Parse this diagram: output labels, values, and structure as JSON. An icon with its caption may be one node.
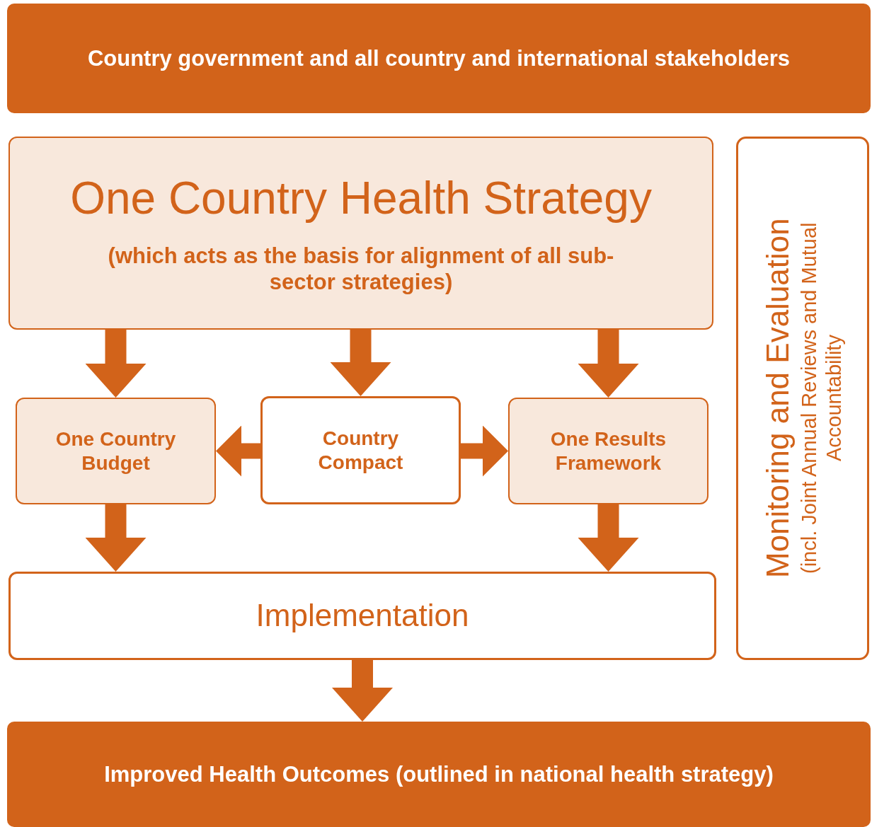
{
  "diagram": {
    "nodes": [
      {
        "text": [
          "Country government and all country and international stakeholders"
        ]
      },
      {
        "text": [
          "One Country Health Strategy",
          "(which acts as the basis for alignment of all sub-sector strategies)"
        ]
      },
      {
        "text": [
          "One Country Budget"
        ]
      },
      {
        "text": [
          "Country Compact"
        ]
      },
      {
        "text": [
          "One Results Framework"
        ]
      },
      {
        "text": [
          "Monitoring and Evaluation",
          "(incl. Joint Annual Reviews and Mutual Accountability"
        ]
      },
      {
        "text": [
          "Implementation"
        ]
      },
      {
        "text": [
          "Improved Health Outcomes (outlined in national health strategy)"
        ]
      }
    ],
    "edges": [
      {
        "from": 1,
        "to": 2,
        "arrow": "to"
      },
      {
        "from": 1,
        "to": 3,
        "arrow": "to"
      },
      {
        "from": 1,
        "to": 4,
        "arrow": "to"
      },
      {
        "from": 3,
        "to": 2,
        "arrow": "to"
      },
      {
        "from": 3,
        "to": 4,
        "arrow": "to"
      },
      {
        "from": 2,
        "to": 6,
        "arrow": "to"
      },
      {
        "from": 4,
        "to": 6,
        "arrow": "to"
      },
      {
        "from": 6,
        "to": 7,
        "arrow": "to"
      }
    ]
  }
}
